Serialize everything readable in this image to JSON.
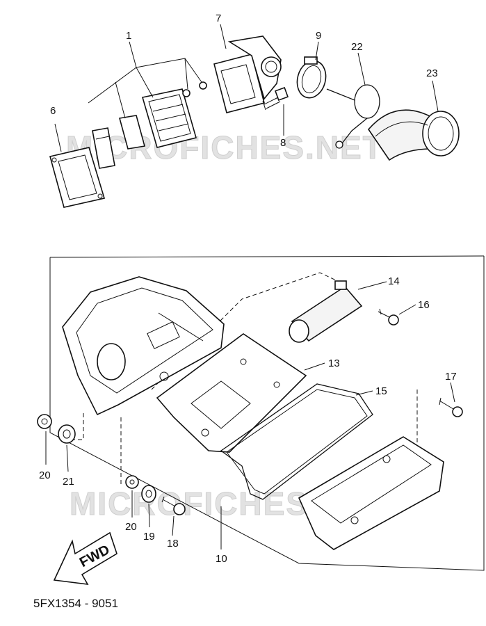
{
  "diagram": {
    "callouts": {
      "c1": "1",
      "c6": "6",
      "c7": "7",
      "c8": "8",
      "c9": "9",
      "c22": "22",
      "c23": "23",
      "c14": "14",
      "c16": "16",
      "c13": "13",
      "c15": "15",
      "c17": "17",
      "c20a": "20",
      "c21": "21",
      "c20b": "20",
      "c19": "19",
      "c18": "18",
      "c10": "10"
    },
    "watermark": "MICROFICHES.NET",
    "fwd_label": "FWD",
    "drawing_code": "5FX1354 - 9051"
  }
}
